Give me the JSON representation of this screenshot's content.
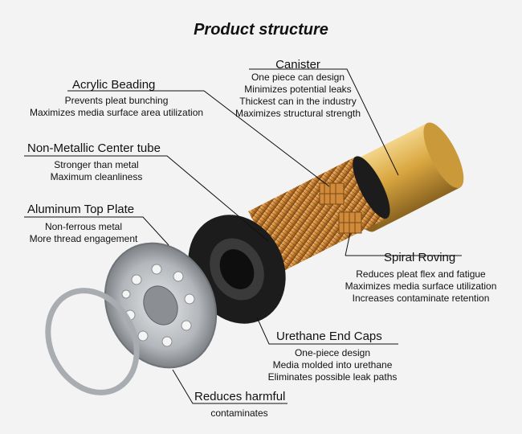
{
  "title": "Product structure",
  "callouts": {
    "canister": {
      "heading": "Canister",
      "lines": [
        "One piece can design",
        "Minimizes potential leaks",
        "Thickest can in the industry",
        "Maximizes structural strength"
      ]
    },
    "acrylic": {
      "heading": "Acrylic Beading",
      "lines": [
        "Prevents pleat bunching",
        "Maximizes media surface area utilization"
      ]
    },
    "center_tube": {
      "heading": "Non-Metallic Center tube",
      "lines": [
        "Stronger than metal",
        "Maximum cleanliness"
      ]
    },
    "top_plate": {
      "heading": "Aluminum Top Plate",
      "lines": [
        "Non-ferrous metal",
        "More thread engagement"
      ]
    },
    "spiral": {
      "heading": "Spiral Roving",
      "lines": [
        "Reduces pleat flex and fatigue",
        "Maximizes media surface utilization",
        "Increases contaminate retention"
      ]
    },
    "end_caps": {
      "heading": "Urethane  End Caps",
      "lines": [
        "One-piece design",
        "Media molded into urethane",
        "Eliminates possible leak paths"
      ]
    },
    "harmful": {
      "heading": "Reduces harmful",
      "lines": [
        "contaminates"
      ]
    }
  },
  "colors": {
    "canister_gold": "#d9a640",
    "filter_orange": "#d08a3a",
    "end_cap_black": "#1c1c1c",
    "plate_silver": "#b9bcc0"
  }
}
